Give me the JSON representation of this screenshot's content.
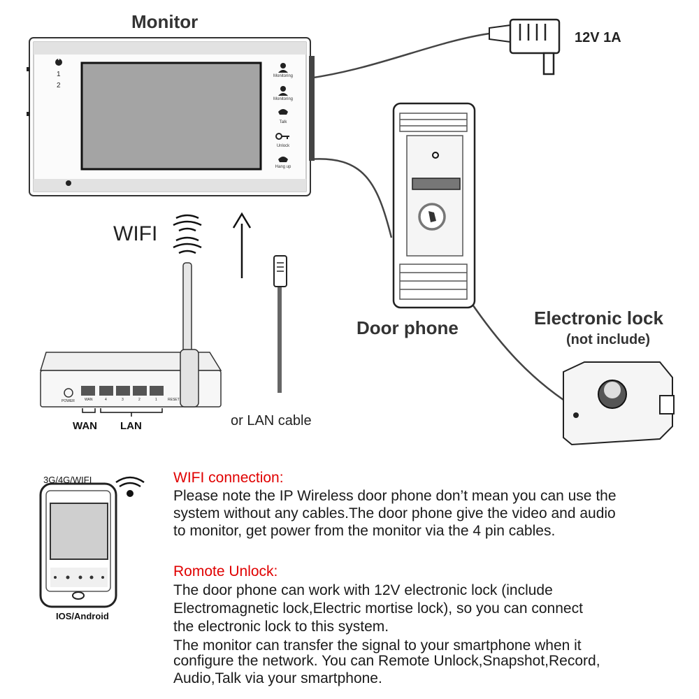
{
  "labels": {
    "monitor": "Monitor",
    "power": "12V 1A",
    "wifi": "WIFI",
    "door_phone": "Door phone",
    "electronic_lock": "Electronic lock",
    "not_include": "(not include)",
    "or_lan_cable": "or LAN cable",
    "wan": "WAN",
    "lan": "LAN",
    "phone_network": "3G/4G/WIFI",
    "phone_os": "IOS/Android"
  },
  "monitor": {
    "side_numbers": [
      "1",
      "2"
    ],
    "buttons": [
      "Monitoring",
      "Monitoring",
      "Talk",
      "Unlock",
      "Hang up"
    ]
  },
  "router": {
    "power_label": "POWER",
    "ports": [
      "WAN",
      "4",
      "3",
      "2",
      "1"
    ],
    "reset_label": "RESET"
  },
  "text": {
    "wifi_title": "WIFI connection:",
    "wifi_lines": [
      "Please note the IP Wireless door phone don’t mean you can use the",
      "system without any cables.The door phone give the video and audio",
      "to monitor, get power from the monitor via the 4 pin cables."
    ],
    "unlock_title": "Romote Unlock:",
    "unlock_lines": [
      "The door phone can work with 12V electronic lock (include",
      "Electromagnetic lock,Electric mortise lock), so you can connect",
      "the electronic lock to this system.",
      "The monitor can transfer the signal to your smartphone when it",
      "configure the network. You can Remote Unlock,Snapshot,Record,",
      "Audio,Talk via your smartphone."
    ]
  },
  "colors": {
    "accent_red": "#e00000",
    "text": "#1a1a1a",
    "device_gray": "#d9d9d9",
    "screen_gray": "#9e9e9e"
  }
}
